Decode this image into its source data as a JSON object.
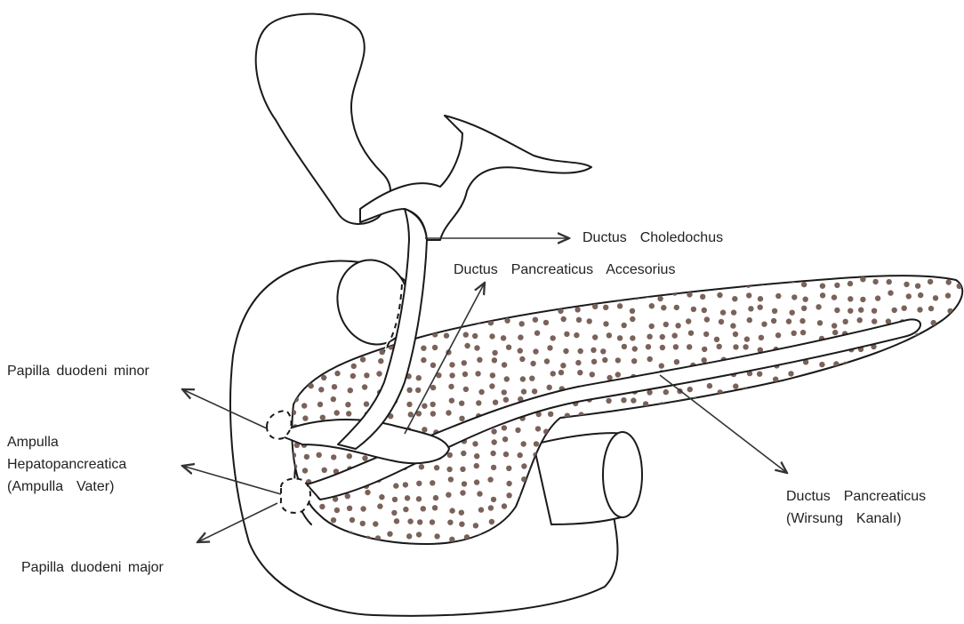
{
  "labels": {
    "ductus_choledochus": "Ductus  Choledochus",
    "ductus_pancreaticus_accesorius": "Ductus  Pancreaticus  Accesorius",
    "papilla_duodeni_minor": "Papilla duodeni minor",
    "ampulla_line1": "Ampulla",
    "ampulla_line2": "Hepatopancreatica",
    "ampulla_line3": "(Ampulla  Vater)",
    "papilla_duodeni_major": "Papilla duodeni major",
    "ductus_pancreaticus_line1": "Ductus  Pancreaticus",
    "ductus_pancreaticus_line2": "(Wirsung  Kanalı)"
  },
  "colors": {
    "outline": "#1a1a1a",
    "dots": "#7a625a",
    "arrow": "#333333"
  }
}
